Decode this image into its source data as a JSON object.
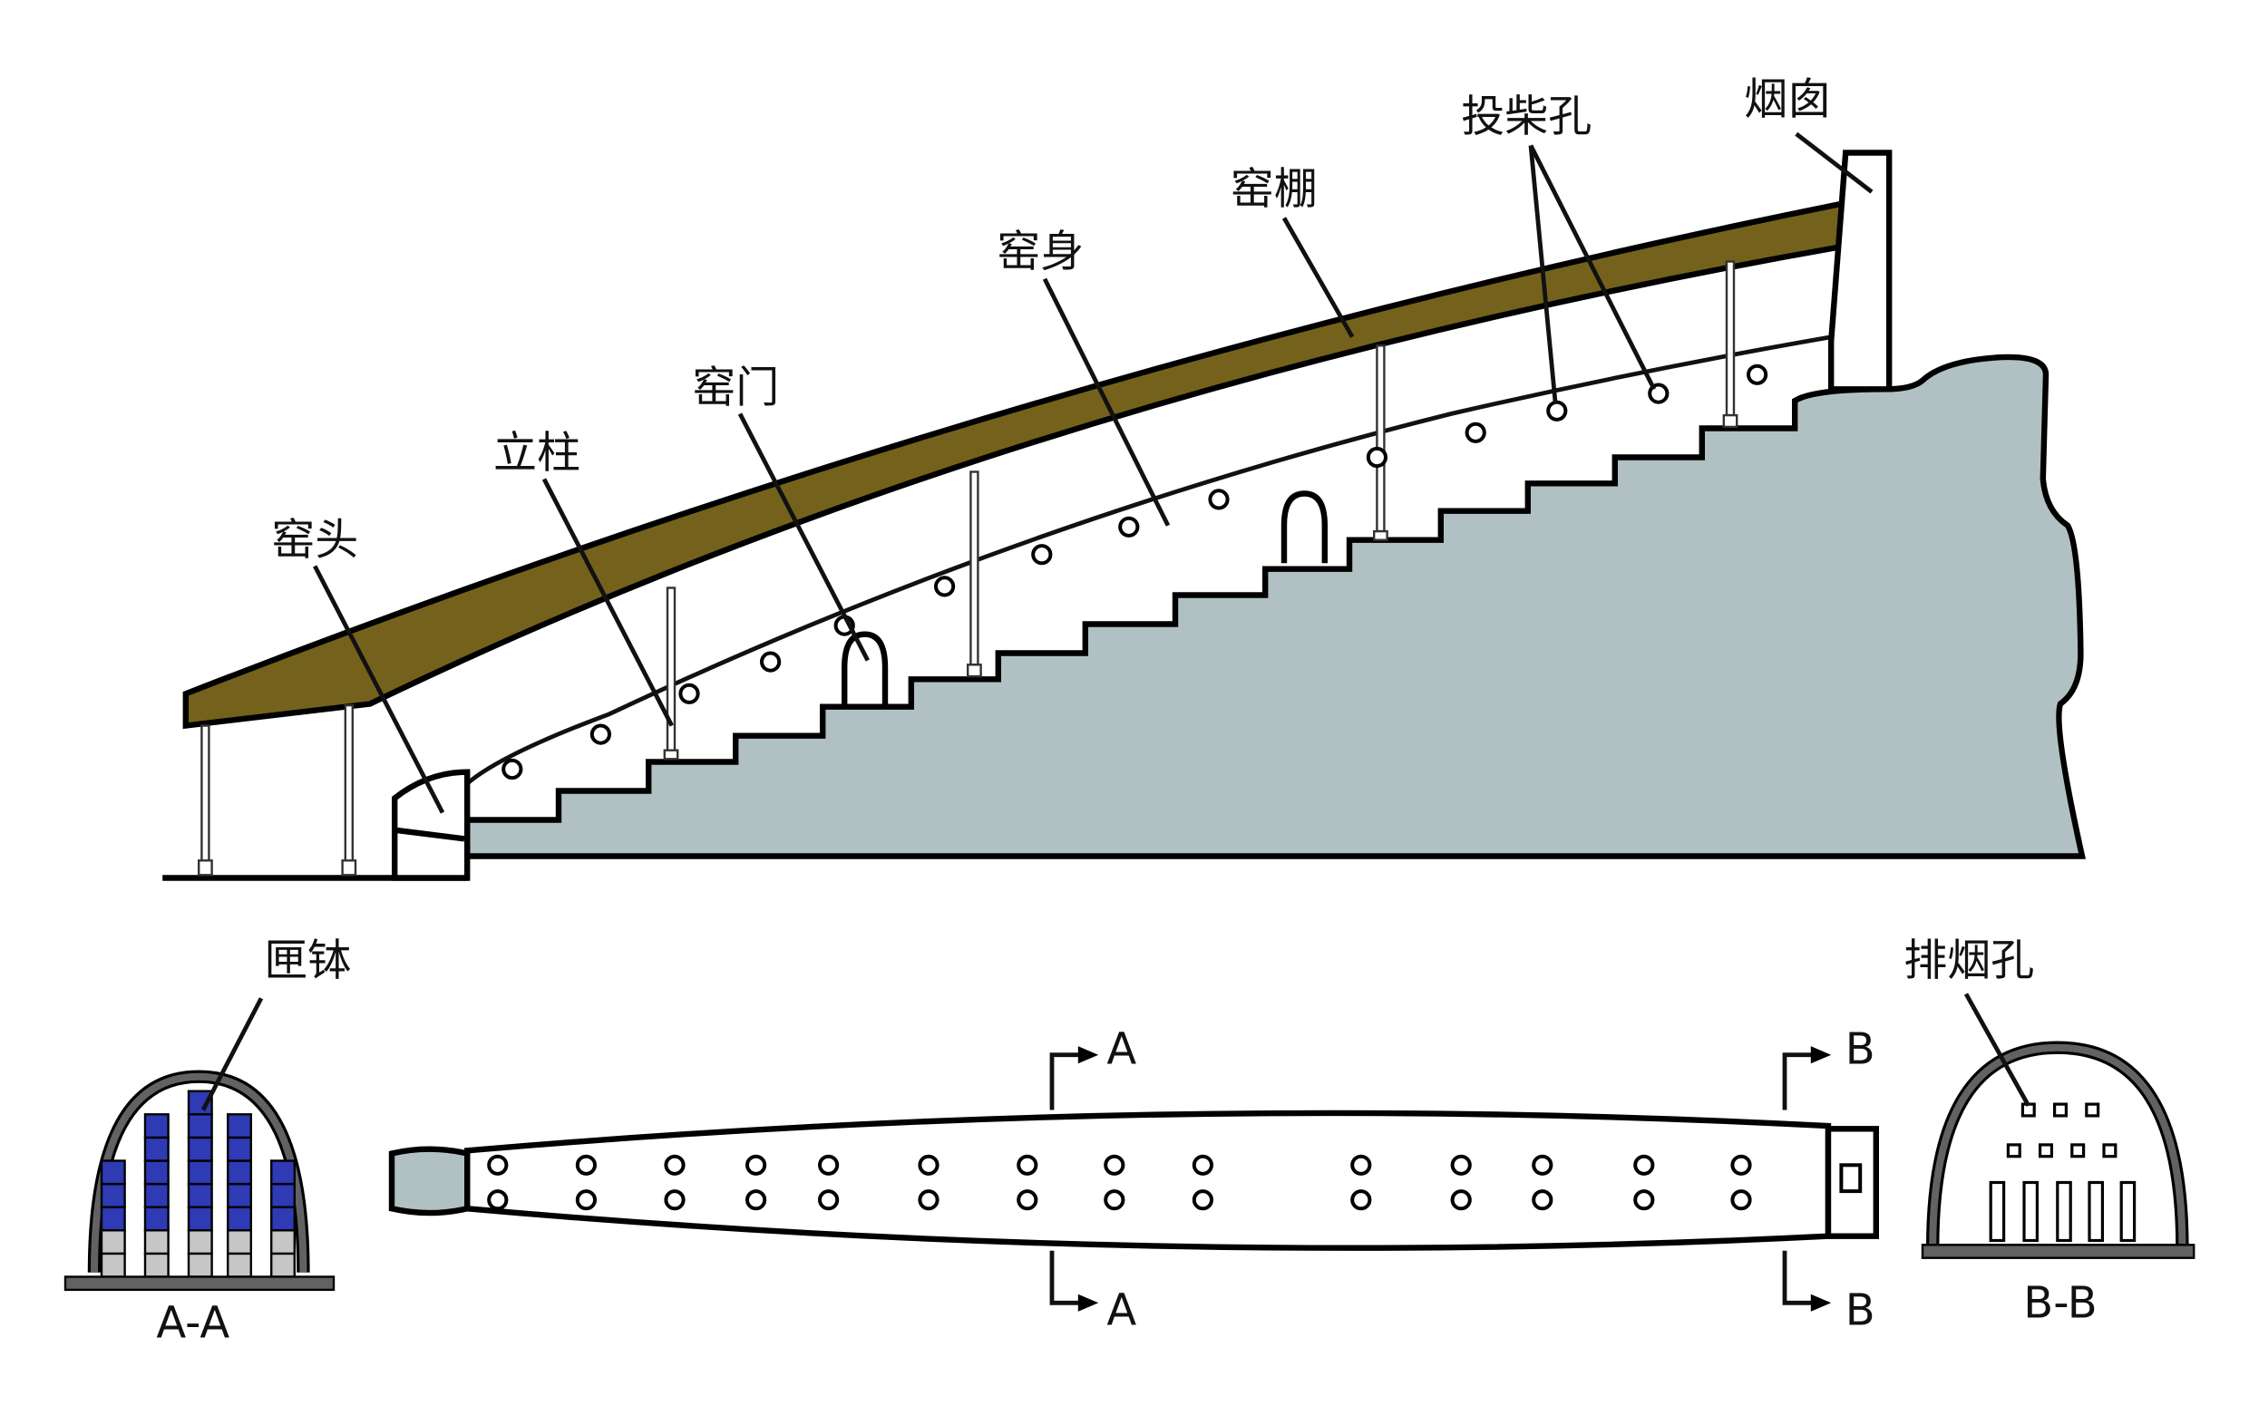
{
  "labels": {
    "kiln_head": "窑头",
    "pillar": "立柱",
    "kiln_door": "窑门",
    "kiln_body": "窑身",
    "kiln_shed": "窑棚",
    "fuel_holes": "投柴孔",
    "chimney": "烟囱",
    "saggar": "匣钵",
    "exhaust_holes": "排烟孔",
    "section_aa": "A-A",
    "section_bb": "B-B",
    "marker_a": "A",
    "marker_b": "B"
  },
  "colors": {
    "shed": "#74621c",
    "ground": "#b1c0c3",
    "saggar_blue": "#2f3ab5",
    "saggar_gray": "#c6c6c6",
    "wall_gray": "#626262"
  }
}
